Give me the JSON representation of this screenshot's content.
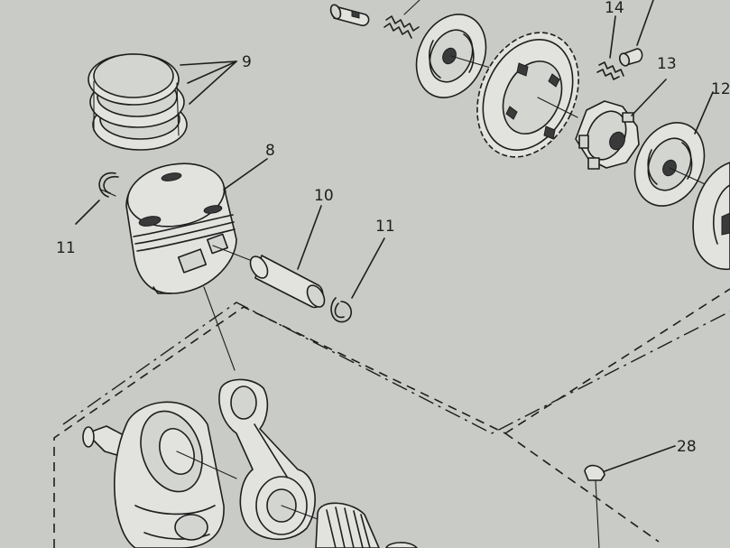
{
  "callouts": {
    "piston_rings": "9",
    "piston": "8",
    "piston_pin": "10",
    "circlip_left": "11",
    "circlip_right": "11",
    "spring_pin": "14",
    "hub": "13",
    "plate_right": "12",
    "key": "28"
  }
}
